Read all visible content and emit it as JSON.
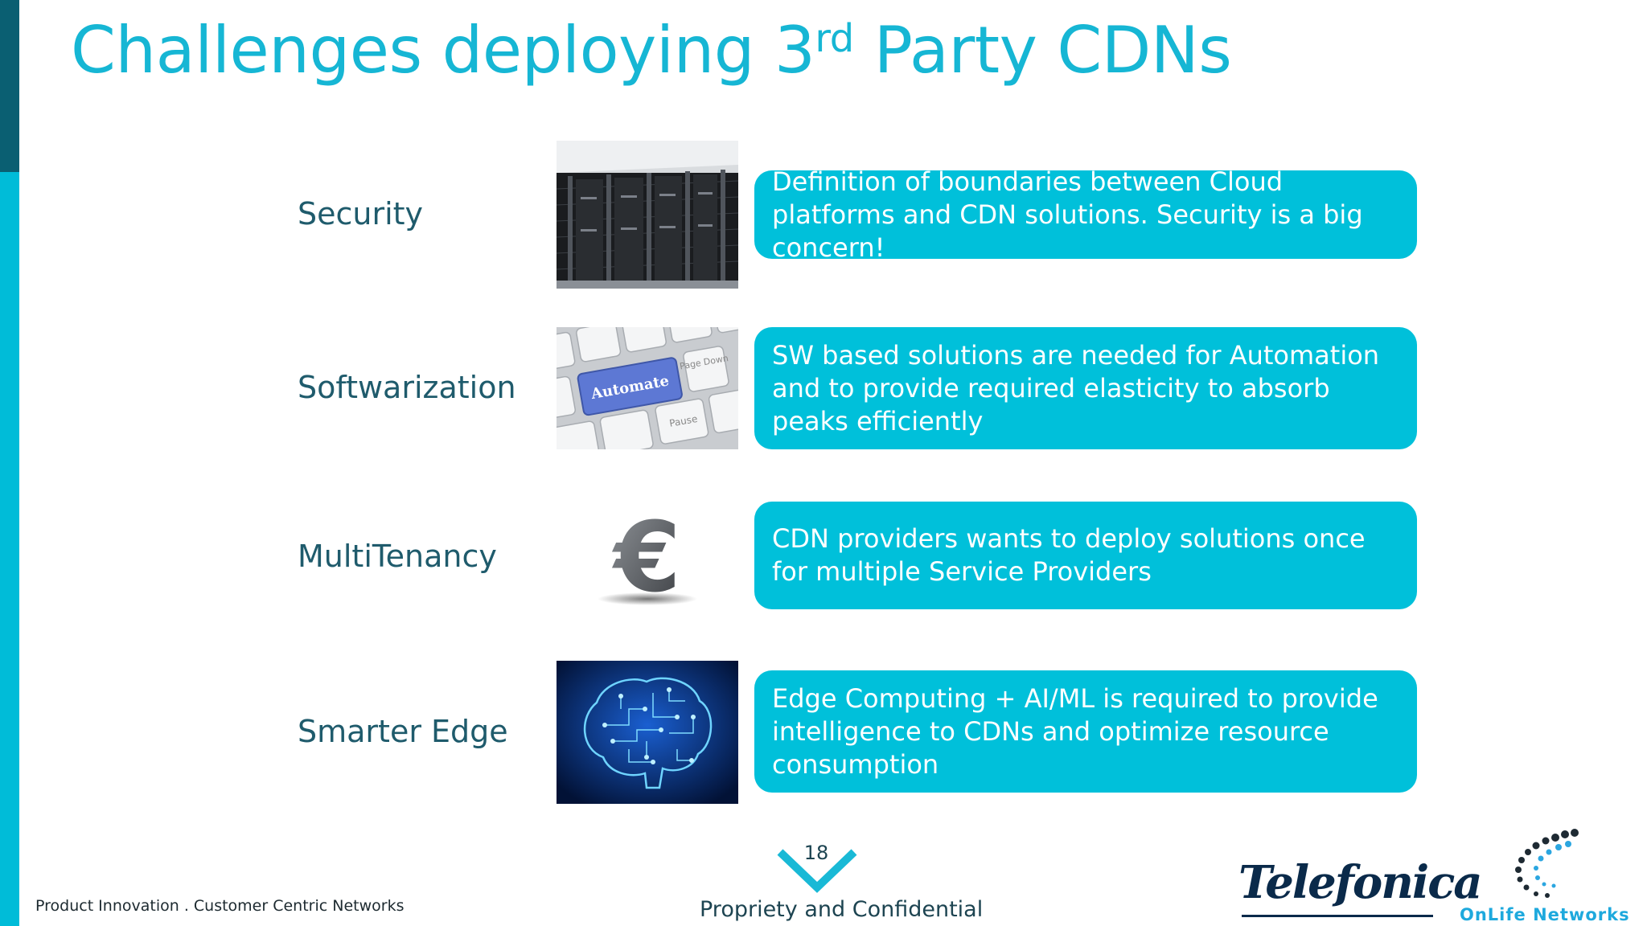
{
  "title": {
    "main": "Challenges deploying 3",
    "sup": "rd",
    "rest": " Party CDNs"
  },
  "rows": [
    {
      "label": "Security",
      "description": "Definition of boundaries between Cloud platforms and CDN solutions. Security is a big concern!",
      "image": "server-rack-image"
    },
    {
      "label": "Softwarization",
      "description": "SW based solutions are needed for Automation and to provide required elasticity to absorb peaks efficiently",
      "image": "keyboard-automate-image"
    },
    {
      "label": "MultiTenancy",
      "description": "CDN providers wants to deploy solutions once for multiple Service Providers",
      "image": "euro-icon"
    },
    {
      "label": "Smarter Edge",
      "description": "Edge Computing + AI/ML is required to provide intelligence to CDNs and optimize resource consumption",
      "image": "circuit-brain-image"
    }
  ],
  "keyboard": {
    "key_label": "Automate",
    "page_down": "Page Down",
    "pause": "Pause"
  },
  "euro_symbol": "€",
  "footer": {
    "left": "Product Innovation . Customer Centric Networks",
    "page_number": "18",
    "center": "Propriety and Confidential",
    "telefonica_logo": "Telefonica",
    "onlife_logo": "OnLife Networks"
  },
  "colors": {
    "accent": "#00c0da",
    "title": "#16b6d4",
    "label": "#1f5b6c",
    "dark_bar": "#0a5f72"
  }
}
